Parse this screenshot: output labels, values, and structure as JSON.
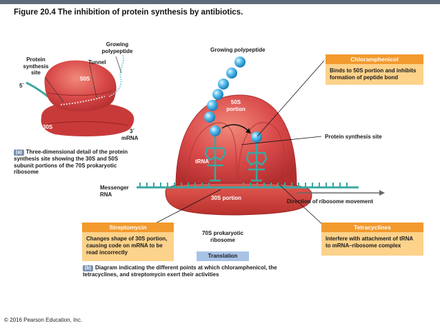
{
  "figure": {
    "title": "Figure 20.4  The inhibition of protein synthesis by antibiotics.",
    "copyright": "© 2016 Pearson Education, Inc."
  },
  "panel_a": {
    "growing_polypeptide": "Growing polypeptide",
    "protein_synthesis_site": "Protein synthesis site",
    "tunnel": "Tunnel",
    "five_prime": "5´",
    "three_prime": "3´",
    "fifty_s": "50S",
    "thirty_s": "30S",
    "mrna": "mRNA",
    "tag": "(a)",
    "caption": "Three-dimensional detail of the protein synthesis site showing the 30S and 50S subunit portions of the 70S prokaryotic ribosome"
  },
  "panel_b": {
    "growing_polypeptide": "Growing polypeptide",
    "fifty_s_portion": "50S portion",
    "thirty_s_portion": "30S portion",
    "trna": "tRNA",
    "protein_synthesis_site": "Protein synthesis site",
    "messenger_rna": "Messenger RNA",
    "direction": "Direction of ribosome movement",
    "ribosome_70s": "70S prokaryotic ribosome",
    "translation": "Translation",
    "tag": "(b)",
    "caption": "Diagram indicating the different points at which chloramphenicol, the tetracyclines, and streptomycin exert their activities"
  },
  "antibiotics": {
    "chloramphenicol": {
      "name": "Chloramphenicol",
      "action": "Binds to 50S portion and inhibits formation of peptide bond"
    },
    "streptomycin": {
      "name": "Streptomycin",
      "action": "Changes shape of 30S portion, causing code on mRNA to be read incorrectly"
    },
    "tetracyclines": {
      "name": "Tetracyclines",
      "action": "Interfere with attachment of tRNA to mRNA–ribosome complex"
    }
  },
  "colors": {
    "ribosome_red": "#d94a4a",
    "ribosome_dark": "#b83232",
    "mrna_teal": "#3aa8a0",
    "bead_blue": "#3fa9e0",
    "box_header": "#f29a2e",
    "box_body": "#fdd28a",
    "translation_box": "#a9c3e6"
  }
}
